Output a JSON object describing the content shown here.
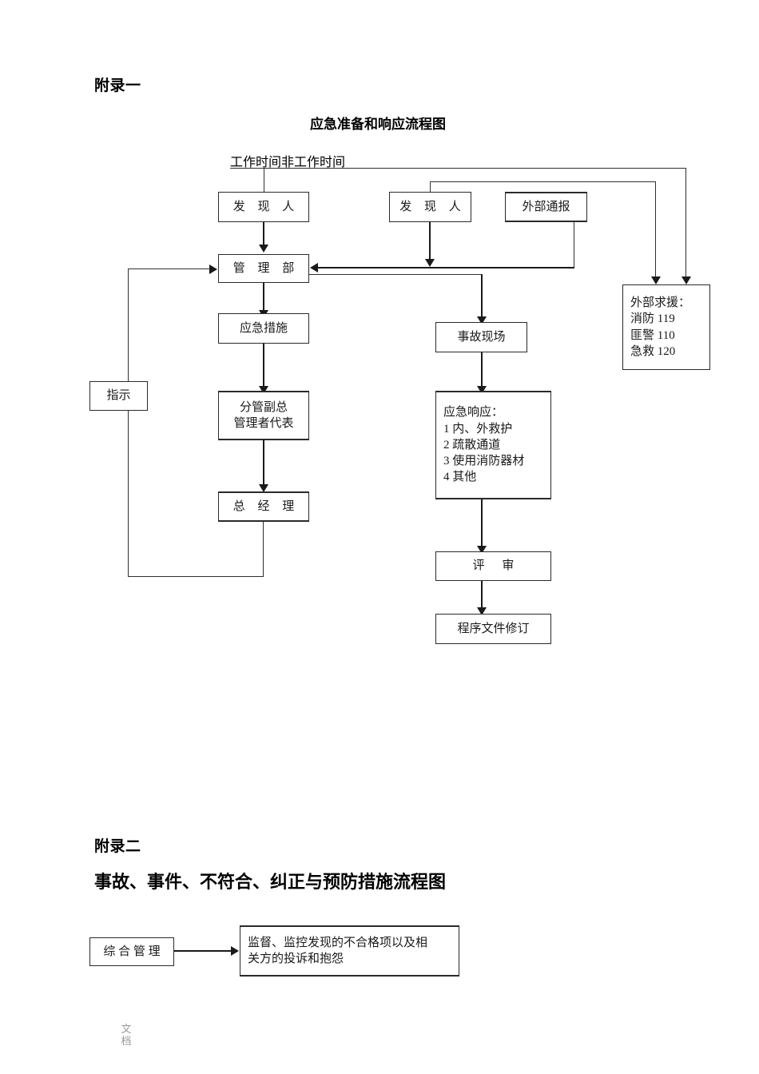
{
  "document": {
    "footer_watermark": [
      "文",
      "档"
    ]
  },
  "appendix1": {
    "heading": "附录一",
    "chart_title": "应急准备和响应流程图",
    "branch_label": "工作时间非工作时间",
    "nodes": {
      "discoverer_work": "发 现 人",
      "discoverer_nonwork": "发 现 人",
      "external_report": "外部通报",
      "management_dept": "管 理 部",
      "emergency_measures": "应急措施",
      "deputy_gm_line1": "分管副总",
      "deputy_gm_line2": "管理者代表",
      "general_manager": "总 经 理",
      "instruction": "指示",
      "accident_scene": "事故现场",
      "review": "评    审",
      "procedure_revision": "程序文件修订",
      "external_rescue": {
        "title": "外部求援：",
        "items": [
          "消防 119",
          "匪警 110",
          "急救 120"
        ]
      },
      "emergency_response": {
        "title": "应急响应：",
        "items": [
          "1 内、外救护",
          "2 疏散通道",
          "3 使用消防器材",
          "4 其他"
        ]
      }
    }
  },
  "appendix2": {
    "heading": "附录二",
    "title": "事故、事件、不符合、纠正与预防措施流程图",
    "nodes": {
      "integrated_management": "综 合 管 理",
      "nonconformity_line1": "监督、监控发现的不合格项以及相",
      "nonconformity_line2": "关方的投诉和抱怨"
    }
  },
  "colors": {
    "background": "#ffffff",
    "text": "#000000",
    "line": "#1a1a1a",
    "box_border": "#2a2a2a",
    "watermark": "#9a9a9a"
  }
}
